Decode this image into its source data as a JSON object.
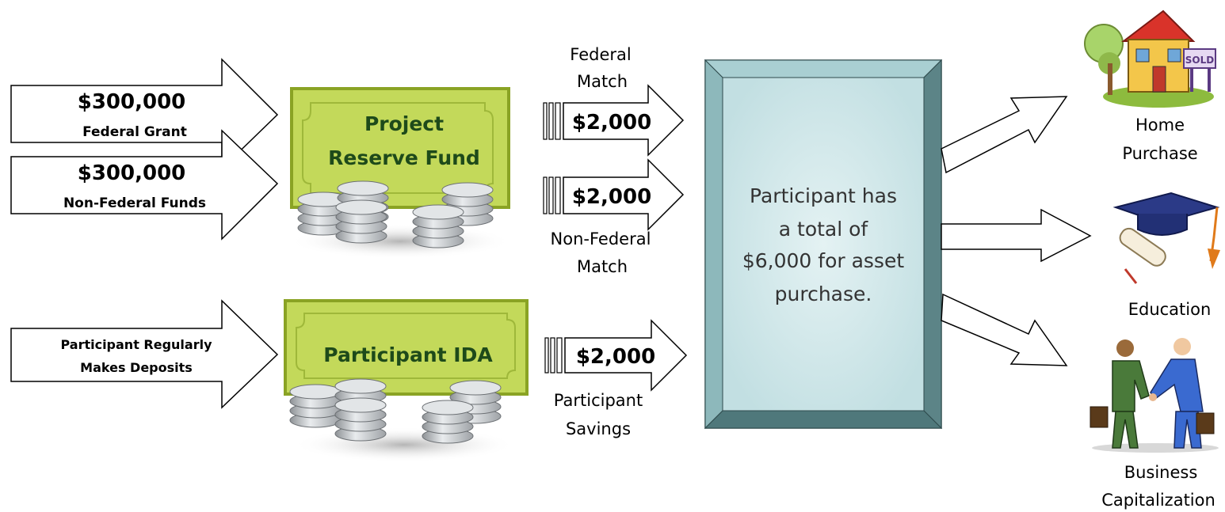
{
  "inputs": {
    "federal": {
      "amount": "$300,000",
      "label": "Federal Grant"
    },
    "nonfederal": {
      "amount": "$300,000",
      "label": "Non-Federal Funds"
    },
    "participant": {
      "line1": "Participant Regularly",
      "line2": "Makes Deposits"
    }
  },
  "funds": {
    "reserve": {
      "line1": "Project",
      "line2": "Reserve Fund"
    },
    "ida": {
      "label": "Participant IDA"
    }
  },
  "matches": {
    "federal": {
      "caption1": "Federal",
      "caption2": "Match",
      "amount": "$2,000"
    },
    "nonfederal": {
      "caption1": "Non-Federal",
      "caption2": "Match",
      "amount": "$2,000"
    },
    "savings": {
      "caption1": "Participant",
      "caption2": "Savings",
      "amount": "$2,000"
    }
  },
  "total": {
    "line1": "Participant has",
    "line2": "a total of",
    "line3": "$6,000 for asset",
    "line4": "purchase."
  },
  "outcomes": {
    "home": {
      "line1": "Home",
      "line2": "Purchase",
      "sign": "SOLD"
    },
    "education": {
      "label": "Education"
    },
    "business": {
      "line1": "Business",
      "line2": "Capitalization"
    }
  },
  "colors": {
    "bill_green": "#c3d95a",
    "bill_border": "#8aa324",
    "fund_text": "#1e4a1a",
    "total_box": "#cfe6e8",
    "total_border": "#5f8c8f",
    "coin": "#b9bcbf"
  }
}
